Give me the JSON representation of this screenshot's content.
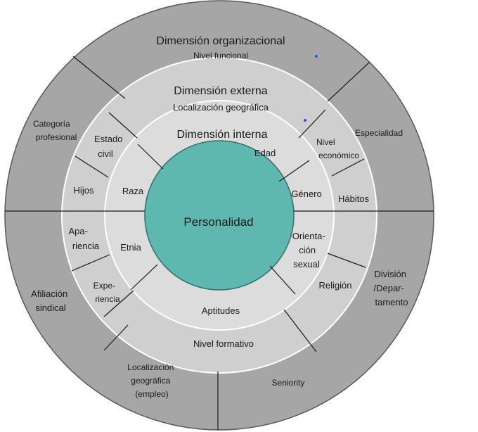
{
  "organizational": {
    "title": "Dimensión organizacional",
    "subtitle": "Nivel funcional",
    "categoria": [
      "Categoría",
      "profesional"
    ],
    "especialidad": "Especialidad",
    "division": [
      "División",
      "/Depar-",
      "tamento"
    ],
    "seniority": "Seniority",
    "localizacion": [
      "Localización",
      "geográfica",
      "(empleo)"
    ],
    "afiliacion": [
      "Afiliación",
      "sindical"
    ]
  },
  "external": {
    "title": "Dimensión externa",
    "subtitle": "Localización geográfica",
    "estado_civil": [
      "Estado",
      "civil"
    ],
    "nivel_economico": [
      "Nivel",
      "económico"
    ],
    "habitos": "Hábitos",
    "religion": "Religión",
    "nivel_formativo": "Nivel formativo",
    "experiencia": [
      "Expe-",
      "riencia"
    ],
    "apariencia": [
      "Apa-",
      "riencia"
    ],
    "hijos": "Hijos"
  },
  "internal": {
    "title": "Dimensión interna",
    "edad": "Edad",
    "genero": "Género",
    "orientacion": [
      "Orienta-",
      "ción",
      "sexual"
    ],
    "aptitudes": "Aptitudes",
    "etnia": "Etnia",
    "raza": "Raza"
  },
  "core": {
    "label": "Personalidad"
  },
  "colors": {
    "outer_ring": "#a6a6a6",
    "middle_ring": "#cfcfcf",
    "inner_ring": "#dcdcdc",
    "core": "#5fb8b0"
  }
}
